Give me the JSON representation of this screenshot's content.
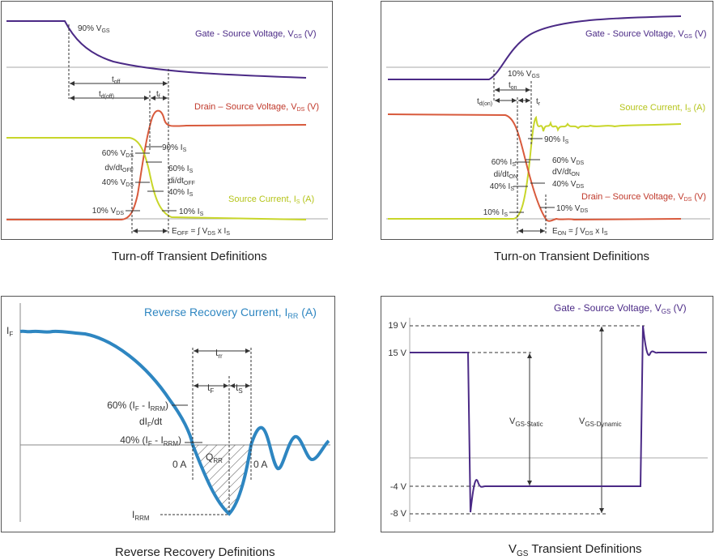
{
  "colors": {
    "gate": "#4b2a86",
    "drain": "#d85a3c",
    "source": "#c8d62a",
    "rr": "#2e86c1",
    "label_gate": "#4b2a86",
    "label_drain": "#c0392b",
    "label_source": "#b5c41a",
    "label_rr": "#2e86c1",
    "frame": "#555555",
    "text": "#333333"
  },
  "panels": {
    "turn_off": {
      "caption": "Turn-off Transient Definitions",
      "gate_label": "Gate - Source Voltage, V",
      "gate_sub": "GS",
      "gate_unit": " (V)",
      "drain_label": "Drain – Source Voltage, V",
      "drain_sub": "DS",
      "drain_unit": " (V)",
      "source_label": "Source Current, I",
      "source_sub": "S",
      "source_unit": " (A)",
      "marker_90vgs": "90% V",
      "marker_90vgs_sub": "GS",
      "t_off": "t",
      "t_off_sub": "off",
      "t_doff": "t",
      "t_doff_sub": "d(off)",
      "t_f": "t",
      "t_f_sub": "f",
      "l60vds": "60% V",
      "l60vds_sub": "DS",
      "ldvdt": "dv/dt",
      "ldvdt_sub": "OFF",
      "l40vds": "40% V",
      "l40vds_sub": "DS",
      "l10vds": "10% V",
      "l10vds_sub": "DS",
      "l90is": "90% I",
      "l90is_sub": "S",
      "l60is": "60% I",
      "l60is_sub": "S",
      "ldidt": "di/dt",
      "ldidt_sub": "OFF",
      "l40is": "40% I",
      "l40is_sub": "S",
      "l10is": "10% I",
      "l10is_sub": "S",
      "energy": "E",
      "energy_sub": "OFF",
      "energy_rest": " = ∫  V",
      "energy_sub2": "DS",
      "energy_tail": " x I",
      "energy_sub3": "S"
    },
    "turn_on": {
      "caption": "Turn-on Transient Definitions",
      "gate_label": "Gate - Source Voltage, V",
      "gate_sub": "GS",
      "gate_unit": " (V)",
      "source_label": "Source Current, I",
      "source_sub": "S",
      "source_unit": " (A)",
      "drain_label": "Drain – Source Voltage, V",
      "drain_sub": "DS",
      "drain_unit": " (V)",
      "marker_10vgs": "10% V",
      "marker_10vgs_sub": "GS",
      "t_on": "t",
      "t_on_sub": "on",
      "t_don": "t",
      "t_don_sub": "d(on)",
      "t_r": "t",
      "t_r_sub": "r",
      "l90is": "90% I",
      "l90is_sub": "S",
      "l60is": "60% I",
      "l60is_sub": "S",
      "ldidt": "di/dt",
      "ldidt_sub": "ON",
      "l40is": "40% I",
      "l40is_sub": "S",
      "l10is": "10% I",
      "l10is_sub": "S",
      "l60vds": "60% V",
      "l60vds_sub": "DS",
      "ldvdt": "dV/dt",
      "ldvdt_sub": "ON",
      "l40vds": "40% V",
      "l40vds_sub": "DS",
      "l10vds": "10% V",
      "l10vds_sub": "DS",
      "energy": "E",
      "energy_sub": "ON",
      "energy_rest": " = ∫  V",
      "energy_sub2": "DS",
      "energy_tail": " x I",
      "energy_sub3": "S"
    },
    "reverse_recovery": {
      "caption": "Reverse Recovery Definitions",
      "title": "Reverse Recovery Current, I",
      "title_sub": "RR",
      "title_unit": " (A)",
      "if_label": "I",
      "if_sub": "F",
      "trr": "t",
      "trr_sub": "rr",
      "tf": "t",
      "tf_sub": "F",
      "ts": "t",
      "ts_sub": "S",
      "l60": "60% (I",
      "l60_sub1": "F",
      "l60_mid": " - I",
      "l60_sub2": "RRM",
      "l60_end": ")",
      "didt": "dI",
      "didt_sub": "F",
      "didt_end": "/dt",
      "l40": "40% (I",
      "l40_sub1": "F",
      "l40_mid": " - I",
      "l40_sub2": "RRM",
      "l40_end": ")",
      "zero_left": "0 A",
      "zero_right": "0 A",
      "qrr": "Q",
      "qrr_sub": "RR",
      "irrm": "I",
      "irrm_sub": "RRM"
    },
    "vgs": {
      "caption": "V",
      "caption_sub": "GS",
      "caption_rest": " Transient Definitions",
      "title": "Gate - Source Voltage, V",
      "title_sub": "GS",
      "title_unit": " (V)",
      "y19": "19 V",
      "y15": "15 V",
      "ym4": "-4 V",
      "ym8": "-8 V",
      "static": "V",
      "static_sub": "GS-Static",
      "dynamic": "V",
      "dynamic_sub": "GS-Dynamic"
    }
  }
}
